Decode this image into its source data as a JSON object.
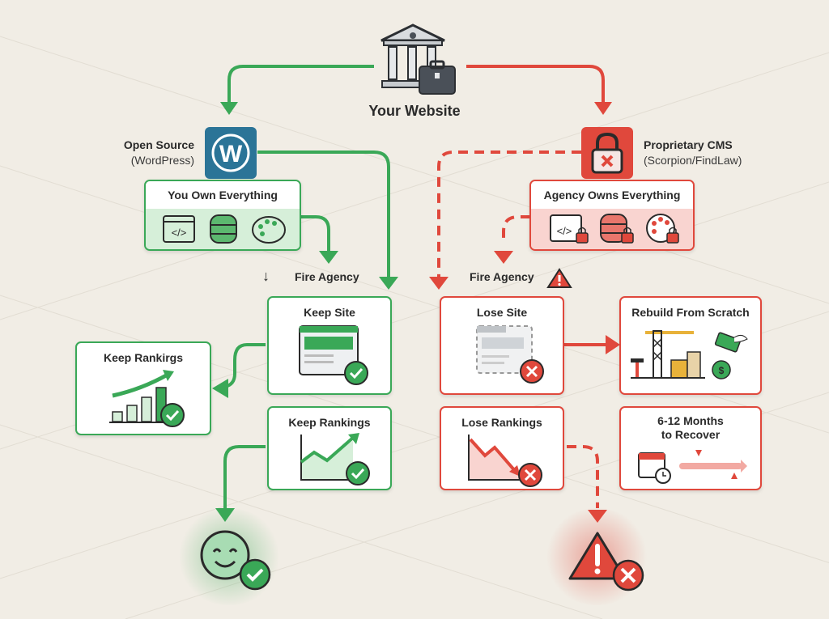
{
  "colors": {
    "green": "#3aa857",
    "red": "#e0483c",
    "background": "#f1ede5",
    "wordpress_blue": "#2b7497"
  },
  "root": {
    "title": "Your Website",
    "icon": "bank-briefcase-icon"
  },
  "left": {
    "platform_title": "Open Source",
    "platform_subtitle": "(WordPress)",
    "platform_icon": "wordpress-icon",
    "ownership_title": "You Own Everything",
    "ownership_icons": [
      "code-icon",
      "database-icon",
      "palette-icon"
    ],
    "fire_label": "Fire Agency",
    "cards": [
      {
        "title": "Keep Site",
        "icon": "website-check-icon"
      },
      {
        "title": "Keep Rankirgs",
        "icon": "bar-growth-check-icon"
      },
      {
        "title": "Keep Rankings",
        "icon": "line-growth-check-icon"
      }
    ],
    "outcome_icon": "happy-face-check-icon"
  },
  "right": {
    "platform_title": "Proprietary CMS",
    "platform_subtitle": "(Scorpion/FindLaw)",
    "platform_icon": "lock-x-icon",
    "ownership_title": "Agency Owns Everything",
    "ownership_icons": [
      "code-lock-icon",
      "database-lock-icon",
      "palette-lock-icon"
    ],
    "fire_label": "Fire Agency",
    "cards": [
      {
        "title": "Lose Site",
        "icon": "broken-website-x-icon"
      },
      {
        "title": "Rebuild From Scratch",
        "icon": "construction-money-icon"
      },
      {
        "title": "Lose Rankings",
        "icon": "line-decline-x-icon"
      },
      {
        "title_line1": "6-12 Months",
        "title_line2": "to Recover",
        "icon": "calendar-timeline-icon"
      }
    ],
    "outcome_icon": "warning-x-icon"
  }
}
